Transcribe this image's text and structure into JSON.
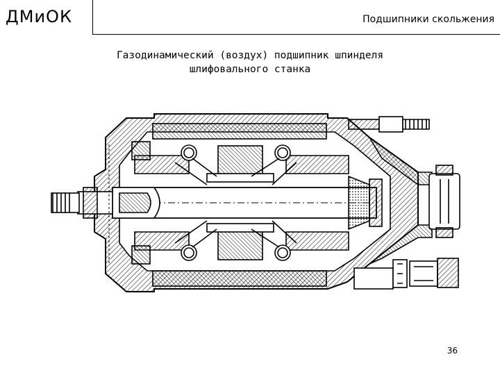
{
  "header": {
    "logo": "ДМиОК",
    "section": "Подшипники скольжения"
  },
  "slide": {
    "title_line1": "Газодинамический (воздух) подшипник шпинделя",
    "title_line2": "шлифовального станка",
    "page_number": "36"
  },
  "drawing": {
    "subject": "spindle-cross-section",
    "line_color": "#000000",
    "hatch_color": "#222222"
  }
}
